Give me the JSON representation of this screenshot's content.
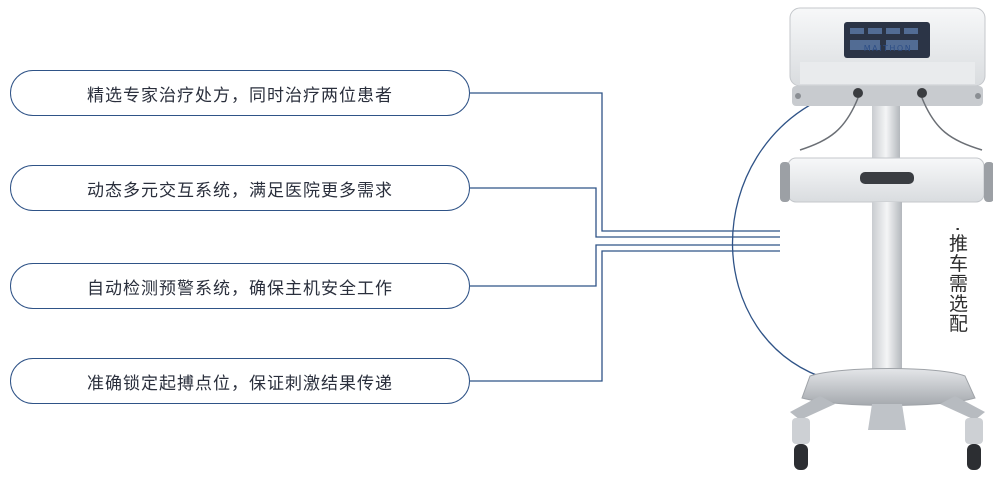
{
  "features": [
    {
      "label": "精选专家治疗处方，同时治疗两位患者"
    },
    {
      "label": "动态多元交互系统，满足医院更多需求"
    },
    {
      "label": "自动检测预警系统，确保主机安全工作"
    },
    {
      "label": "准确锁定起搏点位，保证刺激结果传递"
    }
  ],
  "device": {
    "brand": "MAITHON",
    "note": "推车需选配"
  },
  "colors": {
    "line": "#2f5387",
    "text": "#2a2f3c",
    "device_body": "#eef0f2",
    "device_chrome": "#b8bcc1"
  }
}
